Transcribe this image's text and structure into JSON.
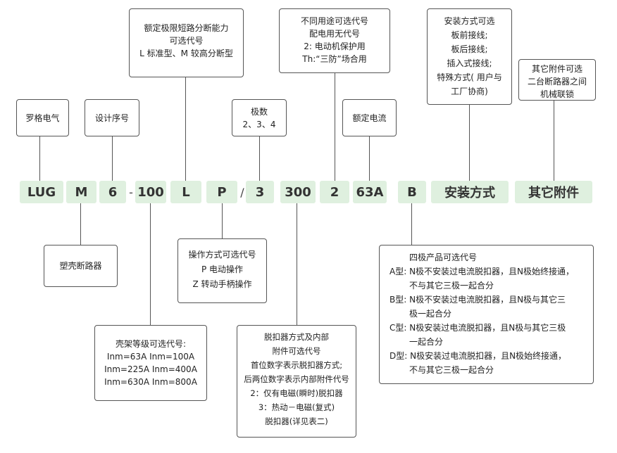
{
  "code": {
    "lug": "LUG",
    "m": "M",
    "six": "6",
    "dash": "-",
    "hundred": "100",
    "l": "L",
    "p": "P",
    "slash": "/",
    "three": "3",
    "three_hundred": "300",
    "two": "2",
    "current": "63A",
    "b": "B",
    "install": "安装方式",
    "accessory": "其它附件"
  },
  "top": {
    "brand": "罗格电气",
    "series": "设计序号",
    "breaking": [
      "额定极限短路分断能力",
      "可选代号",
      "L 标准型、M 较高分断型"
    ],
    "poles": [
      "极数",
      "2、3、4"
    ],
    "usage": [
      "不同用途可选代号",
      "配电用无代号",
      "2: 电动机保护用",
      "Th:“三防”场合用"
    ],
    "rated_current": "额定电流",
    "install": [
      "安装方式可选",
      "板前接线;",
      "板后接线;",
      "插入式接线;",
      "特殊方式( 用户与",
      "工厂协商)"
    ],
    "accessory": [
      "其它附件可选",
      "二台断路器之间",
      "机械联锁"
    ]
  },
  "bottom": {
    "mccb": "塑壳断路器",
    "operation": [
      "操作方式可选代号",
      "P 电动操作",
      "Z 转动手柄操作"
    ],
    "frame": [
      "壳架等级可选代号:",
      "Inm=63A  Inm=100A",
      "Inm=225A  Inm=400A",
      "Inm=630A  Inm=800A"
    ],
    "release": [
      "脱扣器方式及内部",
      "附件可选代号",
      "首位数字表示脱扣器方式;",
      "后两位数字表示内部附件代号",
      "2：仅有电磁(瞬时)脱扣器",
      "3：热动－电磁(复式)",
      "脱扣器(详见表二)"
    ],
    "four_pole": [
      "四极产品可选代号",
      "A型: N极不安装过电流脱扣器，且N极始终接通，",
      "不与其它三极一起合分",
      "B型: N极不安装过电流脱扣器，且N极与其它三",
      "极一起合分",
      "C型: N极安装过电流脱扣器，且N极与其它三极",
      "一起合分",
      "D型: N极安装过电流脱扣器，且N极始终接通，",
      "不与其它三极一起合分"
    ]
  }
}
